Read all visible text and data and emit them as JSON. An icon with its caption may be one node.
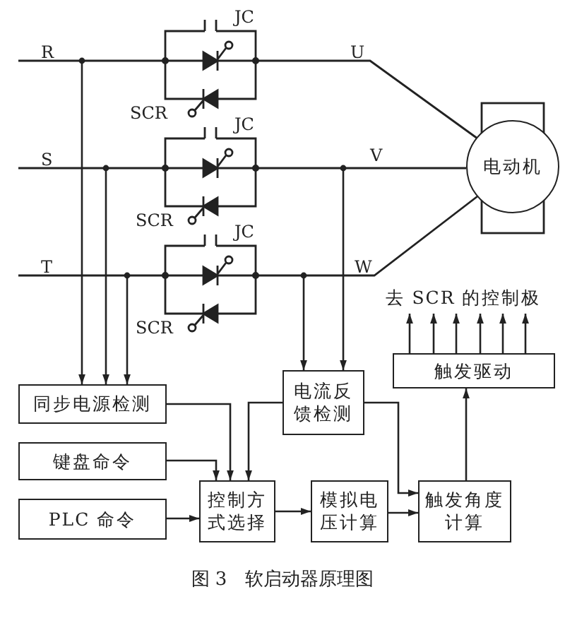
{
  "diagram": {
    "caption": "图 3　软启动器原理图",
    "nodes": [
      {
        "text": [
          "电动机"
        ]
      },
      {
        "text": [
          "同步电源检测"
        ]
      },
      {
        "text": [
          "电流反馈检测"
        ]
      },
      {
        "text": [
          "触发驱动"
        ]
      },
      {
        "text": [
          "键盘命令"
        ]
      },
      {
        "text": [
          "PLC 命令"
        ]
      },
      {
        "text": [
          "控制方式选择"
        ]
      },
      {
        "text": [
          "模拟电压计算"
        ]
      },
      {
        "text": [
          "触发角度计算"
        ]
      },
      {
        "text": [
          "去 SCR 的控制极"
        ]
      }
    ],
    "edges": [
      {
        "from": null,
        "to": 1,
        "arrow": "to"
      },
      {
        "from": null,
        "to": 1,
        "arrow": "to"
      },
      {
        "from": null,
        "to": 1,
        "arrow": "to"
      },
      {
        "from": null,
        "to": 2,
        "arrow": "to"
      },
      {
        "from": null,
        "to": 2,
        "arrow": "to"
      },
      {
        "from": 3,
        "to": 9,
        "arrow": "to"
      },
      {
        "from": 3,
        "to": 9,
        "arrow": "to"
      },
      {
        "from": 3,
        "to": 9,
        "arrow": "to"
      },
      {
        "from": 3,
        "to": 9,
        "arrow": "to"
      },
      {
        "from": 3,
        "to": 9,
        "arrow": "to"
      },
      {
        "from": 3,
        "to": 9,
        "arrow": "to"
      },
      {
        "from": 1,
        "to": 6,
        "arrow": "to"
      },
      {
        "from": 4,
        "to": 6,
        "arrow": "to"
      },
      {
        "from": 5,
        "to": 6,
        "arrow": "to"
      },
      {
        "from": 2,
        "to": 6,
        "arrow": "to"
      },
      {
        "from": 2,
        "to": 8,
        "arrow": "to"
      },
      {
        "from": 6,
        "to": 7,
        "arrow": "to"
      },
      {
        "from": 7,
        "to": 8,
        "arrow": "to"
      },
      {
        "from": 8,
        "to": 3,
        "arrow": "to"
      }
    ],
    "labels": [
      "JC",
      "R",
      "U",
      "SCR",
      "JC",
      "S",
      "V",
      "SCR",
      "JC",
      "T",
      "W",
      "SCR"
    ]
  }
}
